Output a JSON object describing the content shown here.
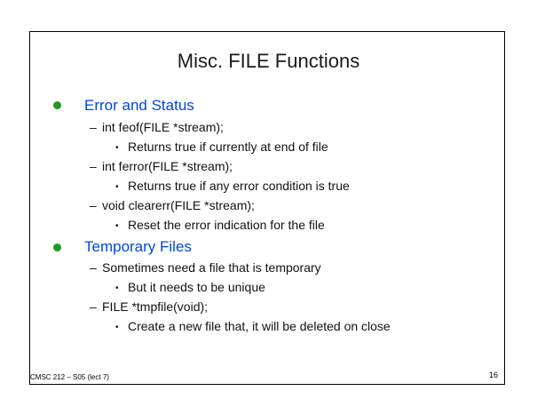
{
  "slide": {
    "title": "Misc. FILE Functions",
    "sections": [
      {
        "heading": "Error and Status",
        "items": [
          {
            "text": "int feof(FILE *stream);",
            "sub": "Returns true if currently at end of file"
          },
          {
            "text": "int ferror(FILE *stream);",
            "sub": "Returns true if any error condition is true"
          },
          {
            "text": "void clearerr(FILE *stream);",
            "sub": "Reset the error indication for the file"
          }
        ]
      },
      {
        "heading": "Temporary Files",
        "items": [
          {
            "text": "Sometimes need a file that is temporary",
            "sub": "But it needs to be unique"
          },
          {
            "text": "FILE *tmpfile(void);",
            "sub": "Create a new file that, it will be deleted on close"
          }
        ]
      }
    ],
    "dash_glyph": "–",
    "bullet_glyph": "•",
    "footer_left": "CMSC 212 – S05 (lect 7)",
    "page_number": "16",
    "colors": {
      "heading": "#0047e0",
      "top_bullet": "#1f9a22",
      "text": "#111111"
    }
  }
}
